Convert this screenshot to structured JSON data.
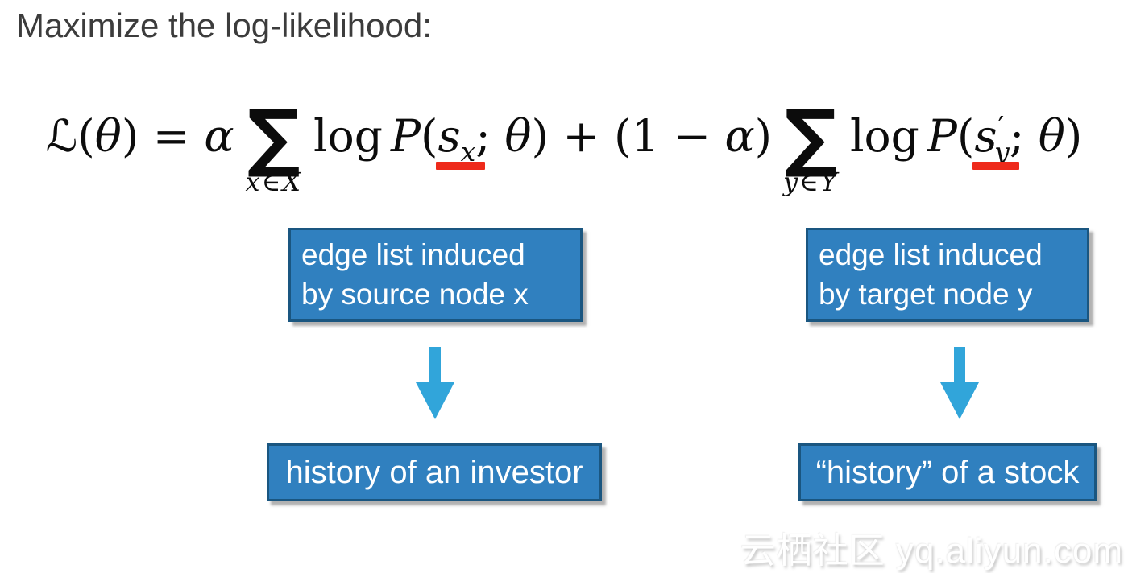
{
  "title": "Maximize the log-likelihood:",
  "formula": {
    "script_L": "ℒ",
    "open_lhs": "(",
    "theta1": "θ",
    "equals": ") = ",
    "alpha1": "α",
    "sum_x": {
      "glyph": "∑",
      "under": "x∈X"
    },
    "log1": "log",
    "P1": "P",
    "open1": "(",
    "s1": "s",
    "s1_sub": "x",
    "semi1": "; ",
    "theta2": "θ",
    "mid": ") + (1 − ",
    "alpha2": "α",
    "close_mid": ")",
    "sum_y": {
      "glyph": "∑",
      "under": "y∈Y"
    },
    "log2": "log",
    "P2": "P",
    "open2": "(",
    "s2": "s",
    "s2_prime": "′",
    "s2_sub": "y",
    "semi2": "; ",
    "theta3": "θ",
    "close_end": ")"
  },
  "annotations": {
    "left": {
      "top_lines": [
        "edge list induced",
        "by source node x"
      ],
      "bottom": "history of an investor"
    },
    "right": {
      "top_lines": [
        "edge list induced",
        "by target node y"
      ],
      "bottom": "“history” of a stock"
    }
  },
  "colors": {
    "box_fill": "#3080bf",
    "box_border": "#1a5680",
    "box_text": "#ffffff",
    "arrow": "#31a5da",
    "red_underline": "#ee2a1b",
    "title_text": "#3c3c3c",
    "formula_text": "#0c0c0c",
    "background": "#ffffff"
  },
  "icons": {
    "arrow_left": "down-arrow",
    "arrow_right": "down-arrow"
  },
  "watermark": "云栖社区 yq.aliyun.com"
}
